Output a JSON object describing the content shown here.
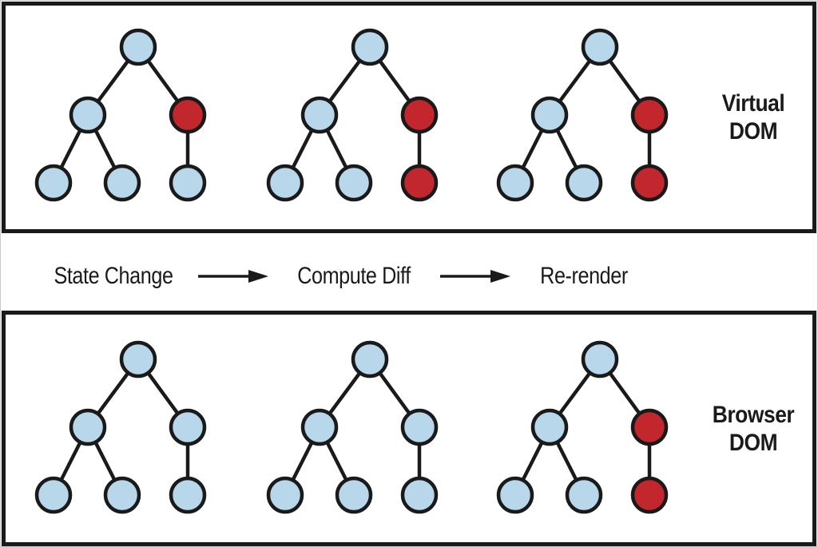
{
  "diagram": {
    "title": "Virtual DOM diffing diagram",
    "colors": {
      "blue": "#b9d7eb",
      "red": "#c1272d",
      "stroke": "#1a1a1a"
    },
    "panels": [
      {
        "id": "virtual-dom",
        "label": "Virtual DOM",
        "label_lines": [
          "Virtual",
          "DOM"
        ],
        "trees": [
          [
            "blue",
            "blue",
            "red",
            "blue",
            "blue",
            "blue"
          ],
          [
            "blue",
            "blue",
            "red",
            "blue",
            "blue",
            "red"
          ],
          [
            "blue",
            "blue",
            "red",
            "blue",
            "blue",
            "red"
          ]
        ]
      },
      {
        "id": "browser-dom",
        "label": "Browser DOM",
        "label_lines": [
          "Browser",
          "DOM"
        ],
        "trees": [
          [
            "blue",
            "blue",
            "blue",
            "blue",
            "blue",
            "blue"
          ],
          [
            "blue",
            "blue",
            "blue",
            "blue",
            "blue",
            "blue"
          ],
          [
            "blue",
            "blue",
            "red",
            "blue",
            "blue",
            "red"
          ]
        ]
      }
    ],
    "flow": {
      "steps": [
        "State Change",
        "Compute Diff",
        "Re-render"
      ]
    }
  }
}
